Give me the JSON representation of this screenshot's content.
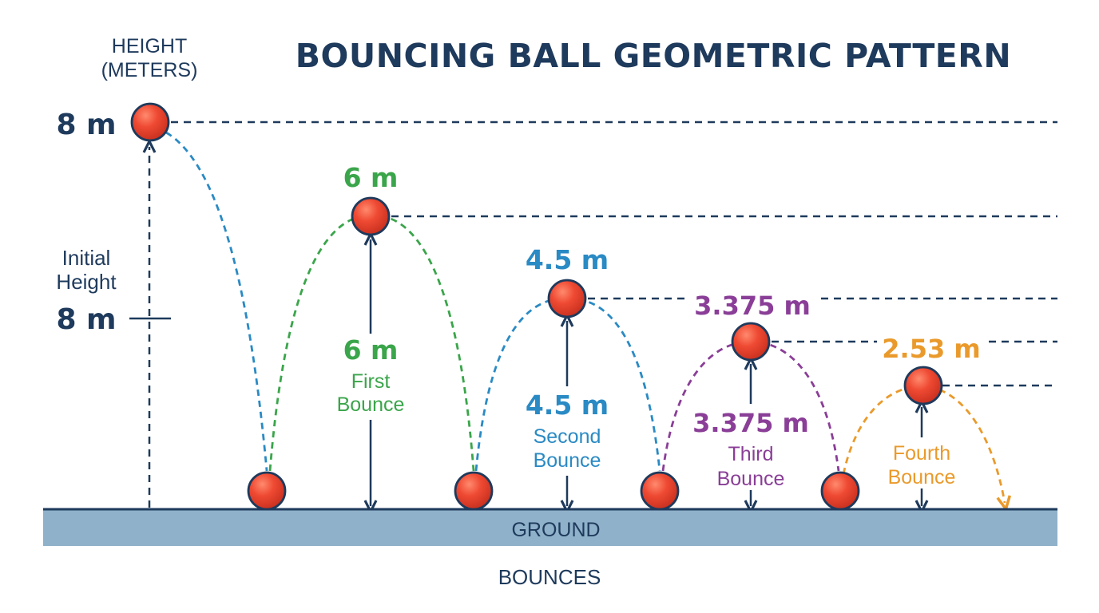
{
  "title": "BOUNCING BALL GEOMETRIC PATTERN",
  "y_axis_label": [
    "HEIGHT",
    "(METERS)"
  ],
  "x_axis_label": "BOUNCES",
  "ground_label": "GROUND",
  "initial": {
    "top_value_label": "8 m",
    "side_label_lines": [
      "Initial",
      "Height"
    ],
    "side_value_label": "8 m"
  },
  "bounces": [
    {
      "peak_label": "6 m",
      "value_label": "6 m",
      "name_lines": [
        "First",
        "Bounce"
      ],
      "color": "#3aa54a"
    },
    {
      "peak_label": "4.5 m",
      "value_label": "4.5 m",
      "name_lines": [
        "Second",
        "Bounce"
      ],
      "color": "#2a8ac4"
    },
    {
      "peak_label": "3.375 m",
      "value_label": "3.375 m",
      "name_lines": [
        "Third",
        "Bounce"
      ],
      "color": "#8a3e97"
    },
    {
      "peak_label": "2.53 m",
      "value_label": "",
      "name_lines": [
        "Fourth",
        "Bounce"
      ],
      "color": "#ea9a2b"
    }
  ],
  "colors": {
    "ball": "#e8402c",
    "ball_outline": "#1e3a5c",
    "text_dark": "#1e3a5c",
    "ground_fill": "#8fb1c9",
    "initial_arc": "#2a8ac4"
  }
}
